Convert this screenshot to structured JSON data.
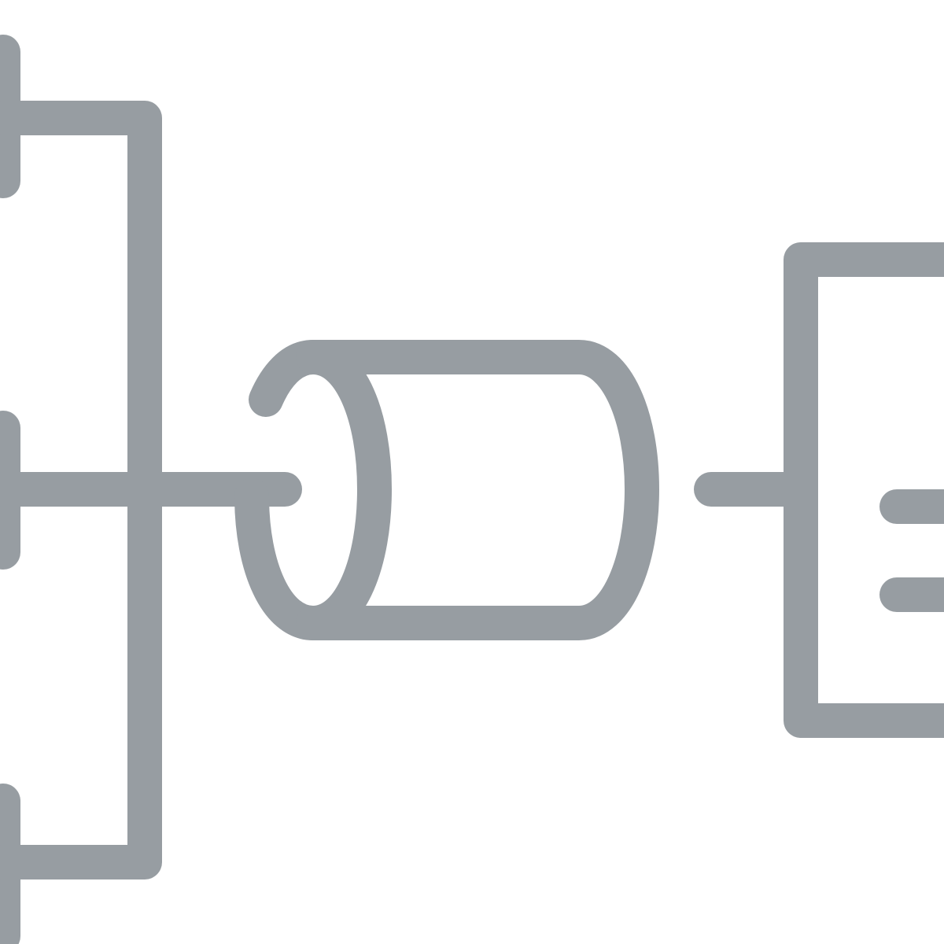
{
  "icon": {
    "name": "data-pipeline-icon",
    "stroke_color": "#979da2",
    "background_color": "#ffffff",
    "parts": [
      "input-bracket",
      "pipe-cylinder",
      "output-document"
    ]
  }
}
